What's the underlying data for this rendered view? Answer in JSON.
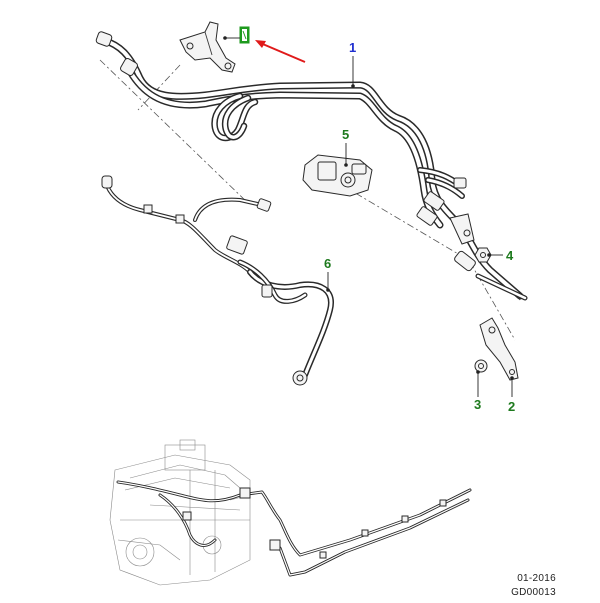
{
  "callouts": [
    {
      "id": "1",
      "label": "1",
      "color": "#1f2fd0"
    },
    {
      "id": "2",
      "label": "2",
      "color": "#1e7a1e"
    },
    {
      "id": "3",
      "label": "3",
      "color": "#1e7a1e"
    },
    {
      "id": "4",
      "label": "4",
      "color": "#1e7a1e"
    },
    {
      "id": "5",
      "label": "5",
      "color": "#1e7a1e"
    },
    {
      "id": "6",
      "label": "6",
      "color": "#1e7a1e"
    }
  ],
  "highlight": {
    "color": "#1e9a1e",
    "arrow_color": "#e01a1a"
  },
  "footer": {
    "date": "01-2016",
    "code": "GD00013"
  }
}
